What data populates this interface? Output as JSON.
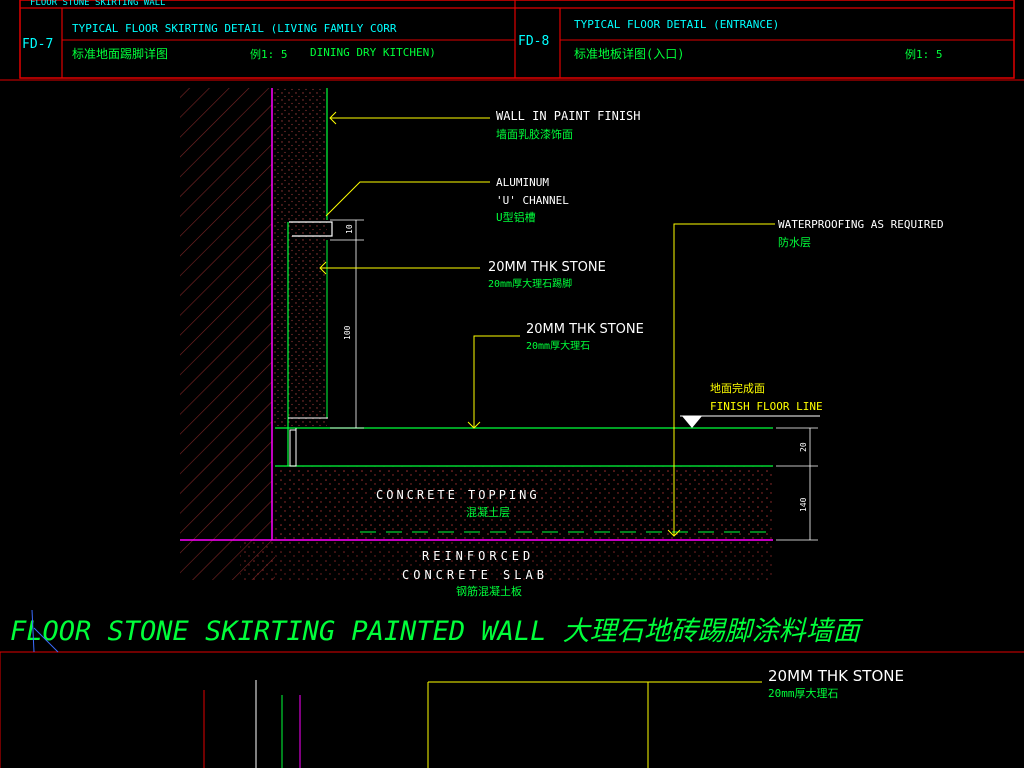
{
  "title_block": {
    "top_line": "FLOOR STONE SKIRTING WALL",
    "left": {
      "code": "FD-7",
      "title_en": "TYPICAL FLOOR SKIRTING DETAIL (LIVING FAMILY CORR",
      "title_cn": "标准地面踢脚详图",
      "scale": "例1: 5",
      "subtitle": "DINING DRY KITCHEN)"
    },
    "right": {
      "code": "FD-8",
      "title_en": "TYPICAL FLOOR DETAIL (ENTRANCE)",
      "title_cn": "标准地板详图(入口)",
      "scale": "例1: 5"
    }
  },
  "annotations": {
    "wall_paint_en": "WALL IN PAINT FINISH",
    "wall_paint_cn": "墙面乳胶漆饰面",
    "aluminum_1": "ALUMINUM",
    "aluminum_2": "'U' CHANNEL",
    "aluminum_cn": "U型铝槽",
    "waterproof_en": "WATERPROOFING AS REQUIRED",
    "waterproof_cn": "防水层",
    "skirt_stone_en": "20MM THK STONE",
    "skirt_stone_cn": "20mm厚大理石踢脚",
    "floor_stone_en": "20MM THK STONE",
    "floor_stone_cn": "20mm厚大理石",
    "finish_floor_cn": "地面完成面",
    "finish_floor_en": "FINISH FLOOR LINE",
    "topping_en": "CONCRETE TOPPING",
    "topping_cn": "混凝土层",
    "slab_en_1": "REINFORCED",
    "slab_en_2": "CONCRETE SLAB",
    "slab_cn": "钢筋混凝土板",
    "dim_10": "10",
    "dim_100": "100",
    "dim_20": "20",
    "dim_140": "140"
  },
  "main_title": "FLOOR STONE SKIRTING PAINTED WALL 大理石地砖踢脚涂料墙面",
  "bottom": {
    "stone_en": "20MM THK STONE",
    "stone_cn": "20mm厚大理石"
  },
  "colors": {
    "frame_red": "#e00000",
    "cyan": "#00ffff",
    "green": "#00ff3a",
    "yellow": "#ffff00",
    "magenta": "#ff00ff",
    "white": "#ffffff",
    "hatch": "#7a2424"
  }
}
